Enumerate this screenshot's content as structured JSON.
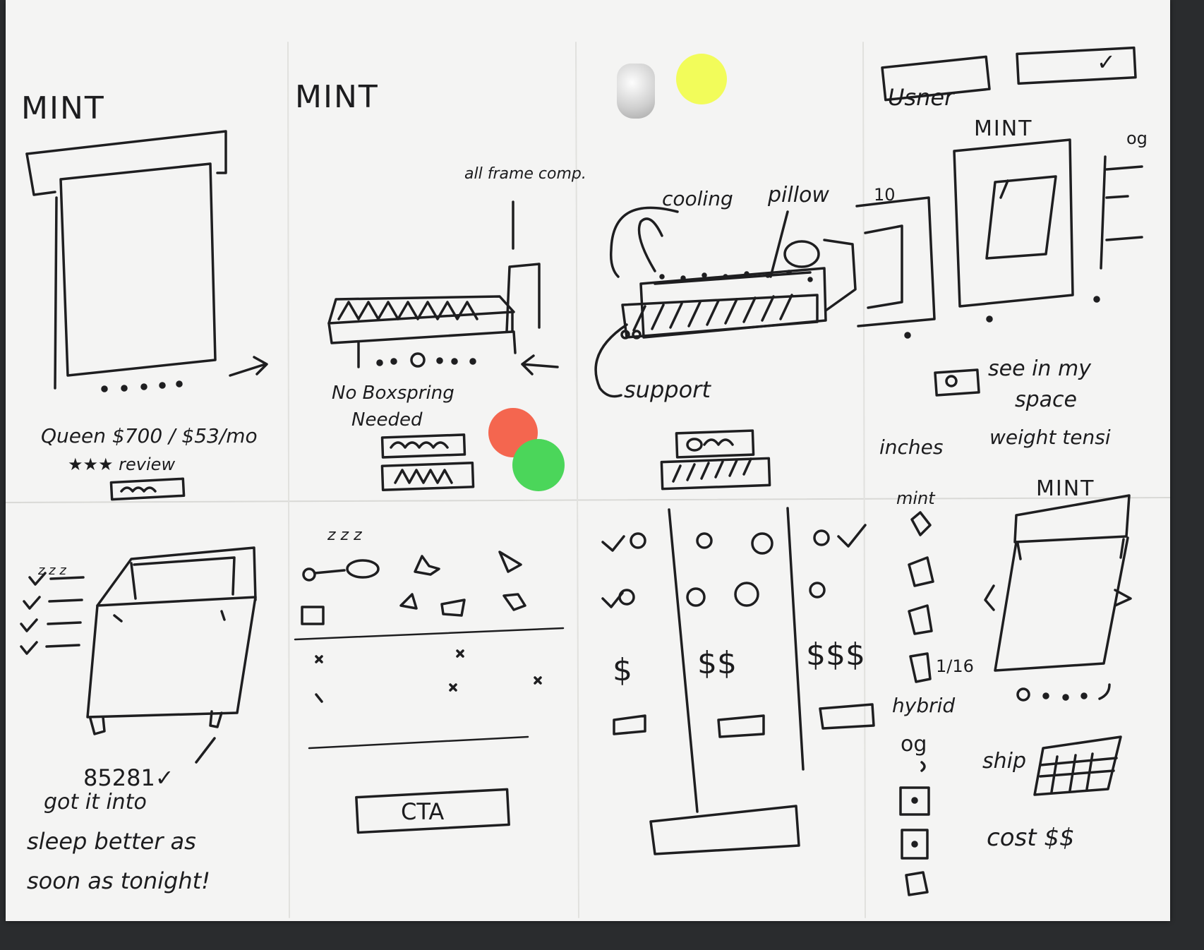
{
  "sketch": {
    "frame1": {
      "title": "MINT",
      "price": "Queen $700 / $53/mo",
      "rating": "★★★ review"
    },
    "frame2": {
      "title": "MINT",
      "frame_note": "all frame comp.",
      "box_note_line1": "No Boxspring",
      "box_note_line2": "Needed"
    },
    "frame3": {
      "layer_labels": [
        "cooling",
        "pillow",
        "support"
      ]
    },
    "frame4": {
      "top_button_left": "Usner",
      "top_button_right": "✓",
      "title": "MINT",
      "side_label": "og",
      "thumb_label": "10",
      "ar_text_line1": "see in my",
      "ar_text_line2": "space",
      "specs_left": "inches",
      "specs_right": "weight tensi"
    },
    "frame5": {
      "sleep_marks": "z z z",
      "zip_code": "85281✓",
      "caption_line1": "got it into",
      "caption_line2": "sleep better as",
      "caption_line3": "soon as tonight!"
    },
    "frame6": {
      "sleep_marks": "z z z",
      "cta_label": "CTA"
    },
    "frame7": {
      "price_low": "$",
      "price_mid": "$$",
      "price_high": "$$$"
    },
    "frame8": {
      "title": "MINT",
      "list_top": "mint",
      "list_mid": "hybrid",
      "list_bottom": "og",
      "ship_label": "ship",
      "cost_label": "cost $$",
      "ratio": "1/16"
    },
    "stickers": {
      "yellow": "#f2fc5a",
      "red": "#f4664f",
      "green": "#4bd65a"
    }
  }
}
